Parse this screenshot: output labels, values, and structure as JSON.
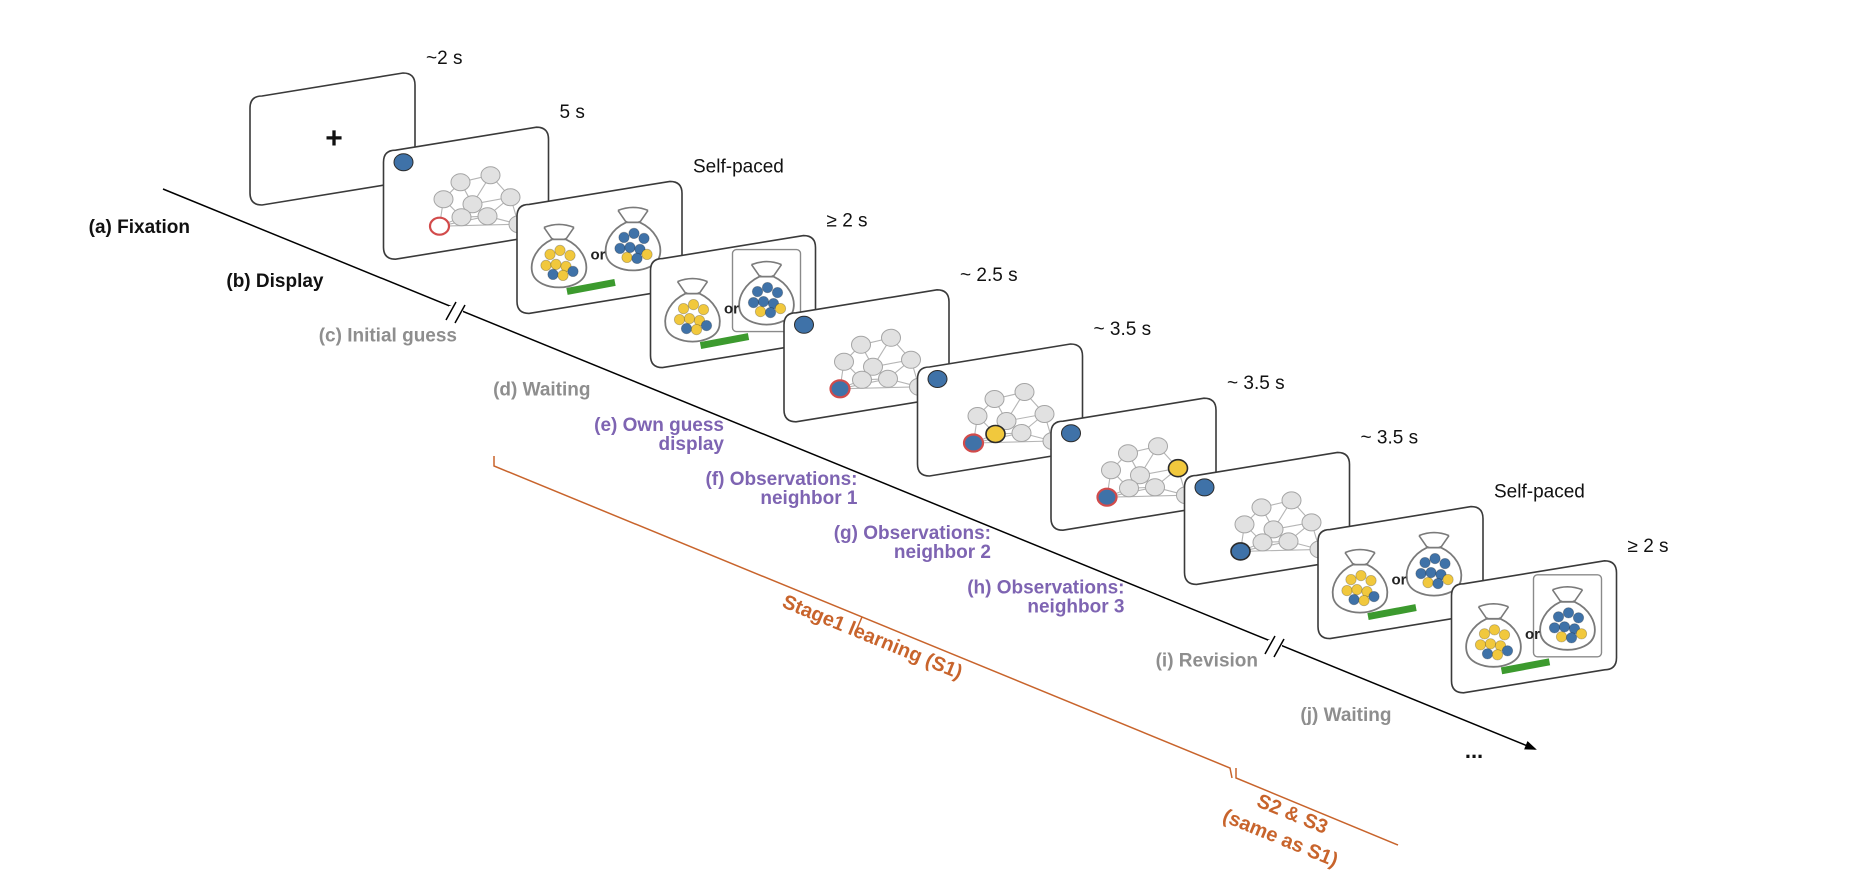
{
  "colors": {
    "bead_blue": "#3f72a8",
    "bead_yellow": "#f1c83d",
    "node_gray": "#e1e1e1",
    "self_ring": "#d24b4b",
    "confirm_bar": "#3c9a2e",
    "label_black": "#111111",
    "label_gray": "#8e8e8e",
    "label_purple": "#7e64b2",
    "bracket_orange": "#c8642c"
  },
  "icons": {
    "bag": "bag-icon",
    "fixation": "fixation-cross-icon"
  },
  "screens": [
    {
      "id": "a",
      "type": "fixation",
      "duration": "~2 s",
      "symbol": "+"
    },
    {
      "id": "b",
      "type": "network",
      "duration": "5 s",
      "self": "empty",
      "marks": []
    },
    {
      "id": "c",
      "type": "choice",
      "duration": "Self-paced",
      "or_label": "or",
      "selected": null
    },
    {
      "id": "d",
      "type": "choice",
      "duration": "≥ 2 s",
      "or_label": "or",
      "selected": "right"
    },
    {
      "id": "e",
      "type": "network",
      "duration": "~ 2.5 s",
      "self": "blue",
      "marks": []
    },
    {
      "id": "f",
      "type": "network",
      "duration": "~ 3.5 s",
      "self": "blue",
      "marks": [
        {
          "node": 5,
          "color": "yellow"
        }
      ]
    },
    {
      "id": "g",
      "type": "network",
      "duration": "~ 3.5 s",
      "self": "blue",
      "marks": [
        {
          "node": 4,
          "color": "yellow"
        }
      ]
    },
    {
      "id": "h",
      "type": "network",
      "duration": "~ 3.5 s",
      "self": "blue",
      "marks": [
        {
          "node": 7,
          "color": "blue"
        }
      ]
    },
    {
      "id": "i",
      "type": "choice",
      "duration": "Self-paced",
      "or_label": "or",
      "selected": null
    },
    {
      "id": "j",
      "type": "choice",
      "duration": "≥ 2 s",
      "or_label": "or",
      "selected": "right"
    }
  ],
  "step_labels": [
    {
      "lines": [
        "(a) Fixation"
      ],
      "tone": "black"
    },
    {
      "lines": [
        "(b) Display"
      ],
      "tone": "black"
    },
    {
      "lines": [
        "(c) Initial guess"
      ],
      "tone": "gray"
    },
    {
      "lines": [
        "(d) Waiting"
      ],
      "tone": "gray"
    },
    {
      "lines": [
        "(e) Own guess",
        "display"
      ],
      "tone": "purple"
    },
    {
      "lines": [
        "(f) Observations:",
        "neighbor 1"
      ],
      "tone": "purple"
    },
    {
      "lines": [
        "(g) Observations:",
        "neighbor 2"
      ],
      "tone": "purple"
    },
    {
      "lines": [
        "(h) Observations:",
        "neighbor 3"
      ],
      "tone": "purple"
    },
    {
      "lines": [
        "(i) Revision"
      ],
      "tone": "gray"
    },
    {
      "lines": [
        "(j) Waiting"
      ],
      "tone": "gray"
    }
  ],
  "stage1_label": "Stage1 learning (S1)",
  "stage23_lines": [
    "S2 & S3",
    "(same as S1)"
  ],
  "continuation": "..."
}
